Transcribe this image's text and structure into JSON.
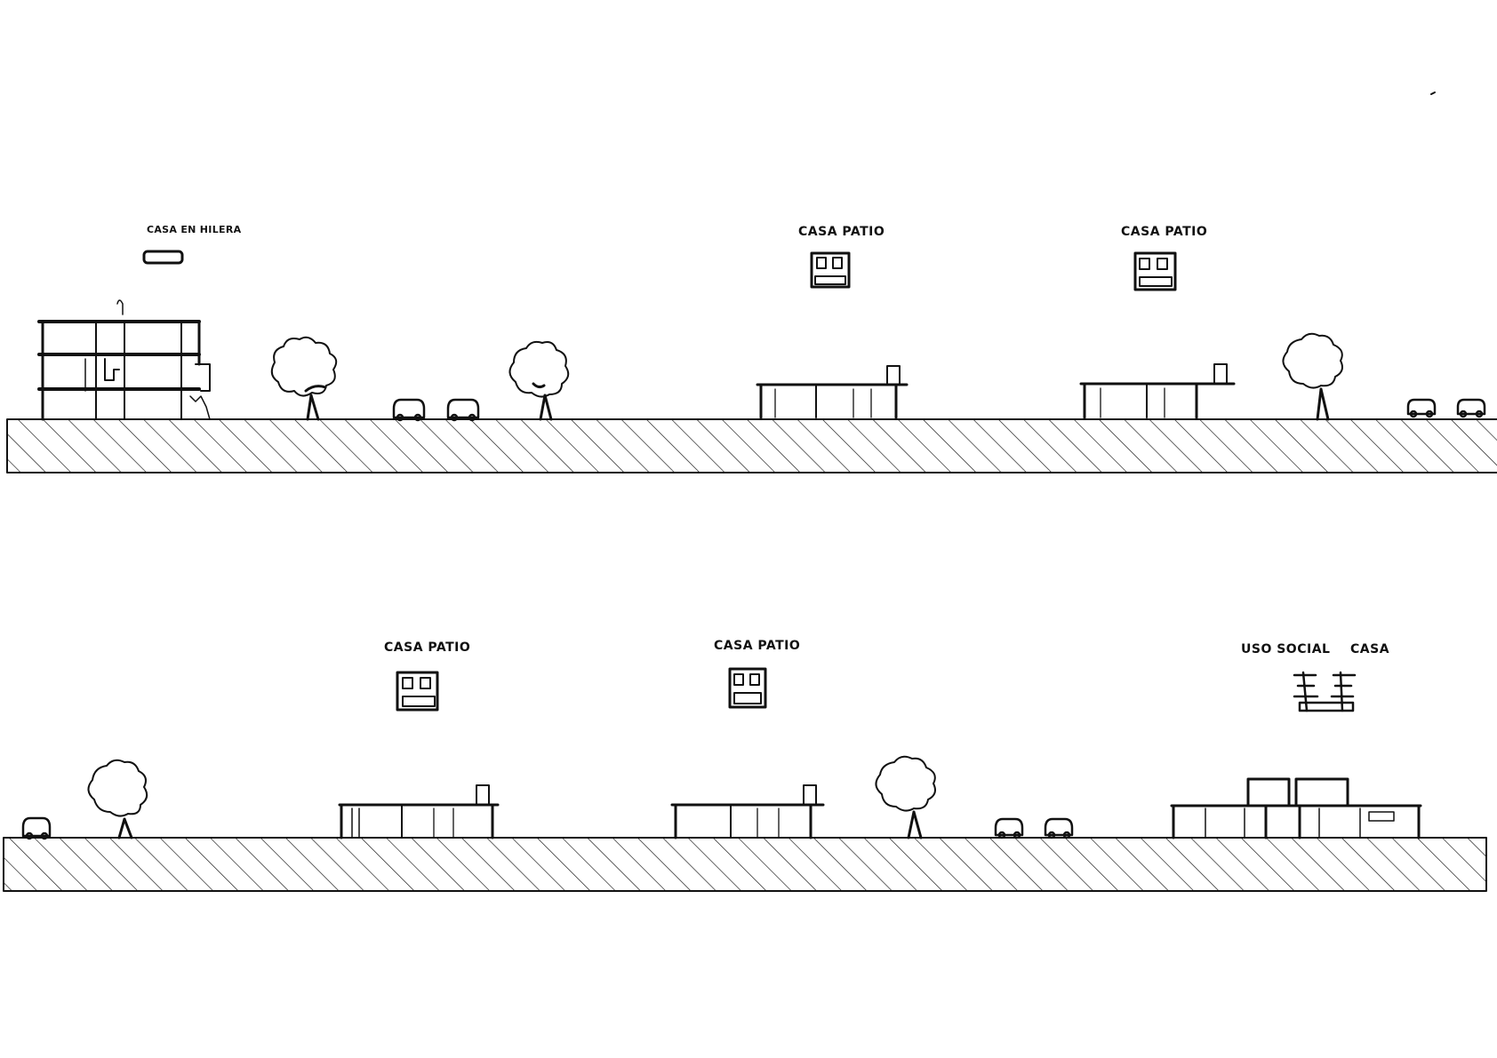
{
  "ink_color": "#111111",
  "paper_color": "#ffffff",
  "sections": [
    {
      "id": "upper",
      "labels": [
        {
          "id": "label-casa-en-hilera",
          "text": "CASA EN HILERA"
        },
        {
          "id": "label-casa-patio-1",
          "text": "CASA PATIO"
        },
        {
          "id": "label-casa-patio-2",
          "text": "CASA PATIO"
        }
      ]
    },
    {
      "id": "lower",
      "labels": [
        {
          "id": "label-casa-patio-3",
          "text": "CASA PATIO"
        },
        {
          "id": "label-casa-patio-4",
          "text": "CASA PATIO"
        },
        {
          "id": "label-uso-social",
          "text": "USO SOCIAL"
        },
        {
          "id": "label-casa",
          "text": "CASA"
        }
      ]
    }
  ]
}
